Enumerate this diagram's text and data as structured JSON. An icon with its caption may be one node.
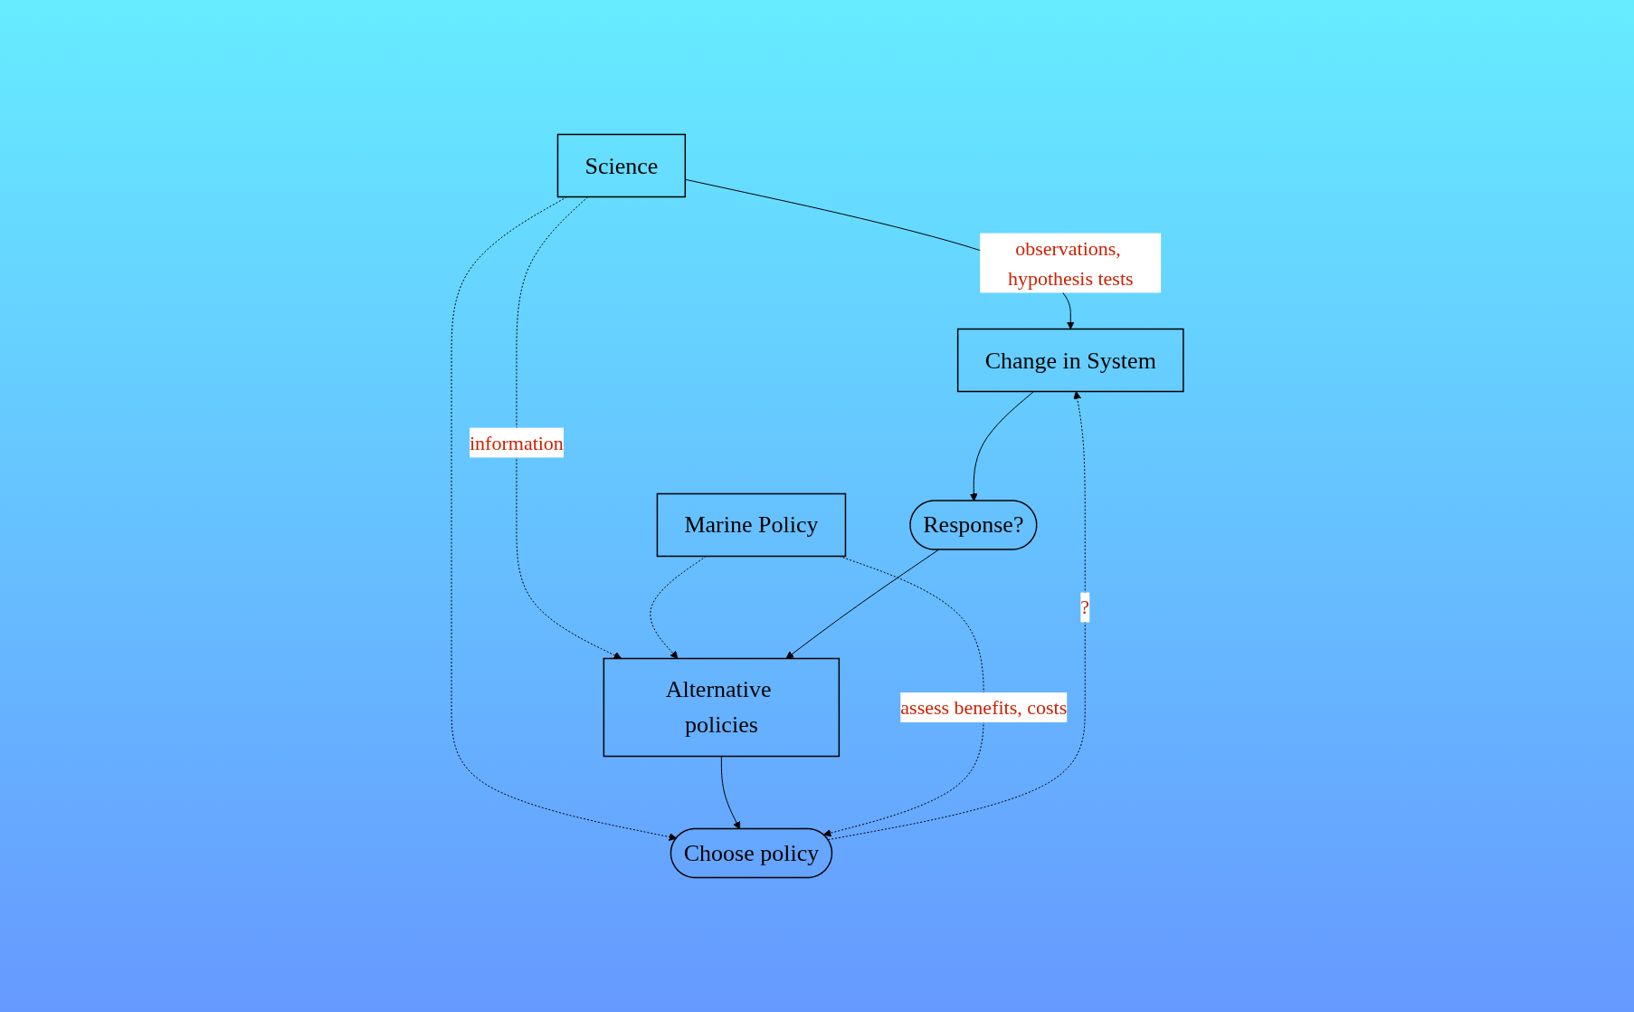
{
  "diagram": {
    "nodes": [
      {
        "text": [
          "Science"
        ]
      },
      {
        "text": [
          "Marine Policy"
        ]
      },
      {
        "text": [
          "Change in System"
        ]
      },
      {
        "text": [
          "Response?"
        ]
      },
      {
        "text": [
          "Alternative policies"
        ]
      },
      {
        "text": [
          "Choose policy"
        ]
      }
    ],
    "edges": [
      {
        "from": 0,
        "to": 2,
        "arrow": "to",
        "label": "observations, hypothesis tests"
      },
      {
        "from": 2,
        "to": 3,
        "arrow": "to"
      },
      {
        "from": 0,
        "to": 4,
        "arrow": "to",
        "style": "dashed",
        "label": "information"
      },
      {
        "from": 0,
        "to": 5,
        "arrow": "to",
        "style": "dashed"
      },
      {
        "from": 1,
        "to": 4,
        "arrow": "to",
        "style": "dashed"
      },
      {
        "from": 3,
        "to": 4,
        "arrow": "to"
      },
      {
        "from": 4,
        "to": 5,
        "arrow": "to"
      },
      {
        "from": 1,
        "to": 5,
        "arrow": "to",
        "style": "dashed",
        "label": "assess benefits, costs"
      },
      {
        "from": 5,
        "to": 2,
        "arrow": "to",
        "style": "dashed",
        "label": "?"
      }
    ]
  }
}
